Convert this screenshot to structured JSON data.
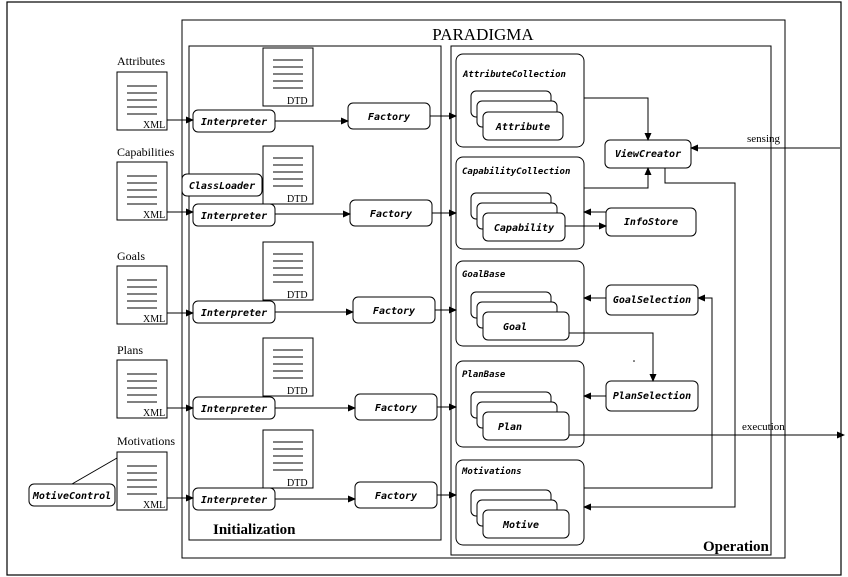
{
  "title": "PARADIGMA",
  "sections": {
    "initialization": "Initialization",
    "operation": "Operation"
  },
  "inputs": {
    "attributes": "Attributes",
    "capabilities": "Capabilities",
    "goals": "Goals",
    "plans": "Plans",
    "motivations": "Motivations"
  },
  "doc_labels": {
    "xml": "XML",
    "dtd": "DTD"
  },
  "components": {
    "interpreter": "Interpreter",
    "factory": "Factory",
    "class_loader": "ClassLoader",
    "motive_control": "MotiveControl",
    "view_creator": "ViewCreator",
    "info_store": "InfoStore",
    "goal_selection": "GoalSelection",
    "plan_selection": "PlanSelection"
  },
  "collections": {
    "attribute": {
      "name": "AttributeCollection",
      "item": "Attribute"
    },
    "capability": {
      "name": "CapabilityCollection",
      "item": "Capability"
    },
    "goal": {
      "name": "GoalBase",
      "item": "Goal"
    },
    "plan": {
      "name": "PlanBase",
      "item": "Plan"
    },
    "motivation": {
      "name": "Motivations",
      "item": "Motive"
    }
  },
  "io": {
    "sensing": "sensing",
    "execution": "execution"
  }
}
